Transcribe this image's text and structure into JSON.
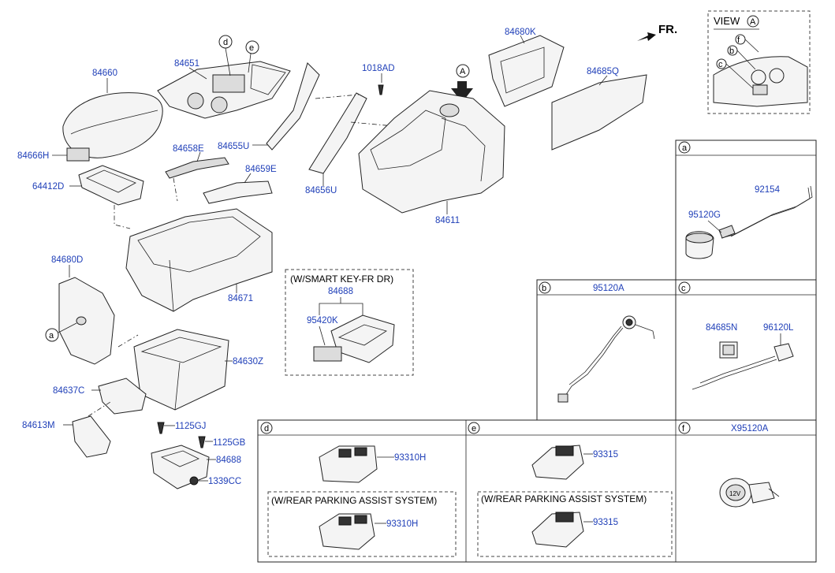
{
  "direction": {
    "label": "FR."
  },
  "view_a": {
    "title": "VIEW",
    "marker": "A"
  },
  "markers": {
    "a": "a",
    "b": "b",
    "c": "c",
    "d": "d",
    "e": "e",
    "f": "f",
    "A": "A"
  },
  "parts": {
    "p84660": "84660",
    "p84651": "84651",
    "p84666H": "84666H",
    "p64412D": "64412D",
    "p84658E": "84658E",
    "p84655U": "84655U",
    "p84659E": "84659E",
    "p84656U": "84656U",
    "p1018AD": "1018AD",
    "p84611": "84611",
    "p84680K": "84680K",
    "p84685Q": "84685Q",
    "p84680D": "84680D",
    "p84671": "84671",
    "p84630Z": "84630Z",
    "p84637C": "84637C",
    "p84613M": "84613M",
    "p1125GJ": "1125GJ",
    "p1125GB": "1125GB",
    "p84688b": "84688",
    "p1339CC": "1339CC"
  },
  "smart_key": {
    "title": "(W/SMART KEY-FR DR)",
    "p84688": "84688",
    "p95420K": "95420K"
  },
  "panel_a": {
    "letter": "a",
    "p92154": "92154",
    "p95120G": "95120G"
  },
  "panel_b": {
    "letter": "b",
    "title": "95120A"
  },
  "panel_c": {
    "letter": "c",
    "p84685N": "84685N",
    "p96120L": "96120L"
  },
  "panel_d": {
    "letter": "d",
    "p93310H": "93310H",
    "sub_title": "(W/REAR PARKING ASSIST SYSTEM)",
    "p93310H_2": "93310H"
  },
  "panel_e": {
    "letter": "e",
    "p93315": "93315",
    "sub_title": "(W/REAR PARKING ASSIST SYSTEM)",
    "p93315_2": "93315"
  },
  "panel_f": {
    "letter": "f",
    "title": "X95120A",
    "socket_text": "12V"
  }
}
